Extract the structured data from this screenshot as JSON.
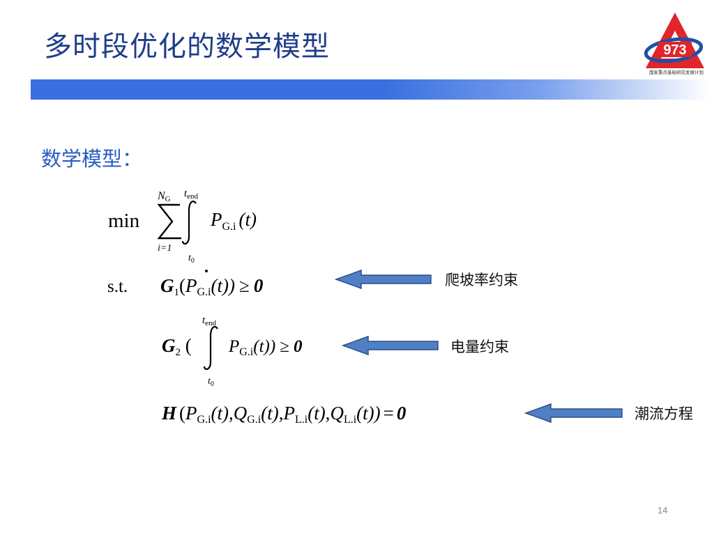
{
  "slide": {
    "title": "多时段优化的数学模型",
    "section_label": "数学模型：",
    "page_number": "14"
  },
  "logo": {
    "number": "973",
    "caption": "国家重点基础研究发展计划",
    "colors": {
      "triangle": "#e0262a",
      "ring": "#1f4fa8"
    }
  },
  "formula": {
    "objective": {
      "min": "min",
      "sum_upper": "N",
      "sum_upper_sub": "G",
      "sum_lower": "i=1",
      "int_upper": "t",
      "int_upper_sub": "end",
      "int_lower": "t",
      "int_lower_sub": "0",
      "var": "P",
      "var_sub": "G.i",
      "arg": "(t)"
    },
    "st": "s.t.",
    "c1": {
      "func": "G",
      "func_sub": "1",
      "var": "P",
      "var_sub": "G.i",
      "rhs": "0"
    },
    "c2": {
      "func": "G",
      "func_sub": "2",
      "var": "P",
      "var_sub": "G.i",
      "rhs": "0",
      "int_upper": "t",
      "int_upper_sub": "end",
      "int_lower": "t",
      "int_lower_sub": "0"
    },
    "c3": {
      "func": "H",
      "rhs": "0",
      "vars": [
        {
          "v": "P",
          "sub": "G.i"
        },
        {
          "v": "Q",
          "sub": "G.i"
        },
        {
          "v": "P",
          "sub": "L.i"
        },
        {
          "v": "Q",
          "sub": "L.i"
        }
      ]
    }
  },
  "annotations": {
    "ramp": "爬坡率约束",
    "energy": "电量约束",
    "flow": "潮流方程"
  },
  "colors": {
    "title": "#1f3d8a",
    "band": "#3a6fe0",
    "arrow_fill": "#4f7fc4",
    "arrow_stroke": "#2c4f88"
  }
}
